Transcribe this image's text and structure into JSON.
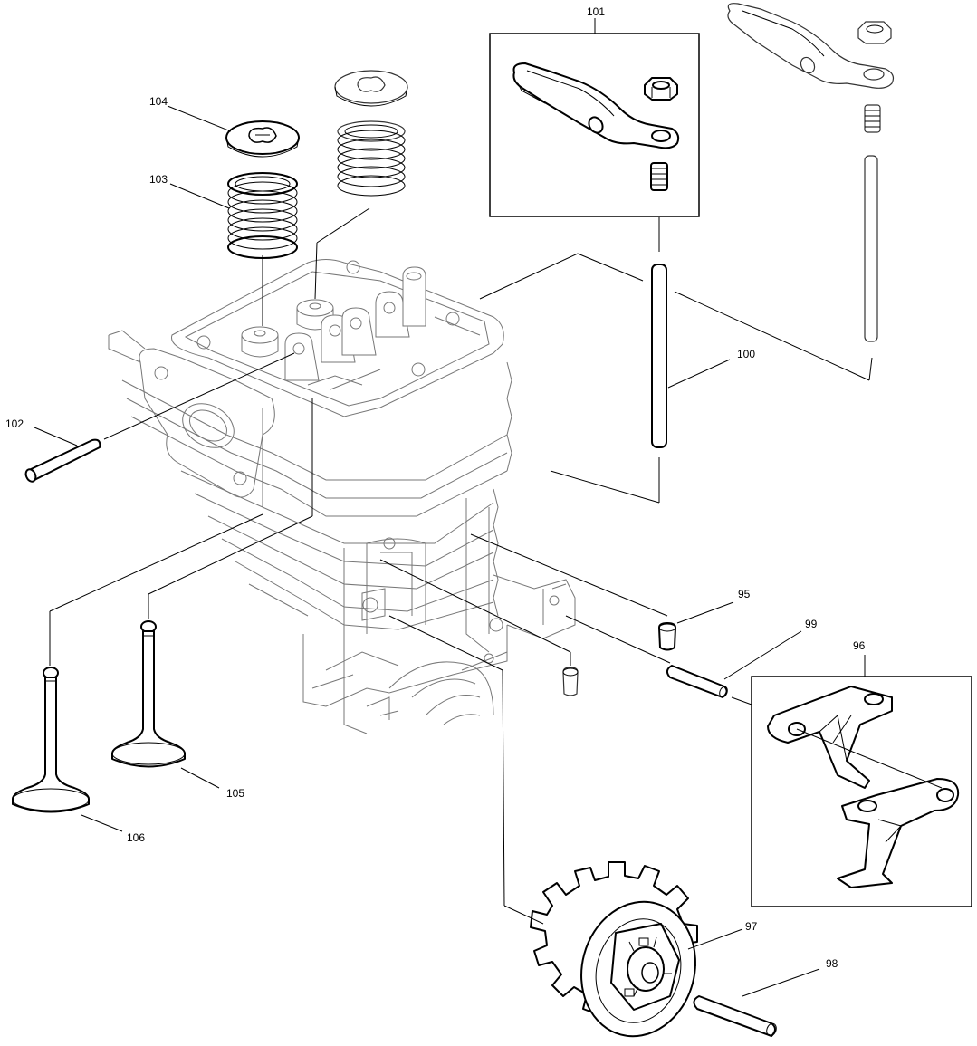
{
  "callouts": {
    "c95": "95",
    "c96": "96",
    "c97": "97",
    "c98": "98",
    "c99": "99",
    "c100": "100",
    "c101": "101",
    "c102": "102",
    "c103": "103",
    "c104": "104",
    "c105": "105",
    "c106": "106"
  },
  "parts": {
    "p95": "tappet",
    "p96": "governor weights",
    "p97": "camshaft gear",
    "p98": "camshaft pin",
    "p99": "pin",
    "p100": "push rod",
    "p101": "rocker arm assembly",
    "p102": "rocker shaft",
    "p103": "valve spring",
    "p104": "spring retainer",
    "p105": "intake valve",
    "p106": "exhaust valve"
  }
}
